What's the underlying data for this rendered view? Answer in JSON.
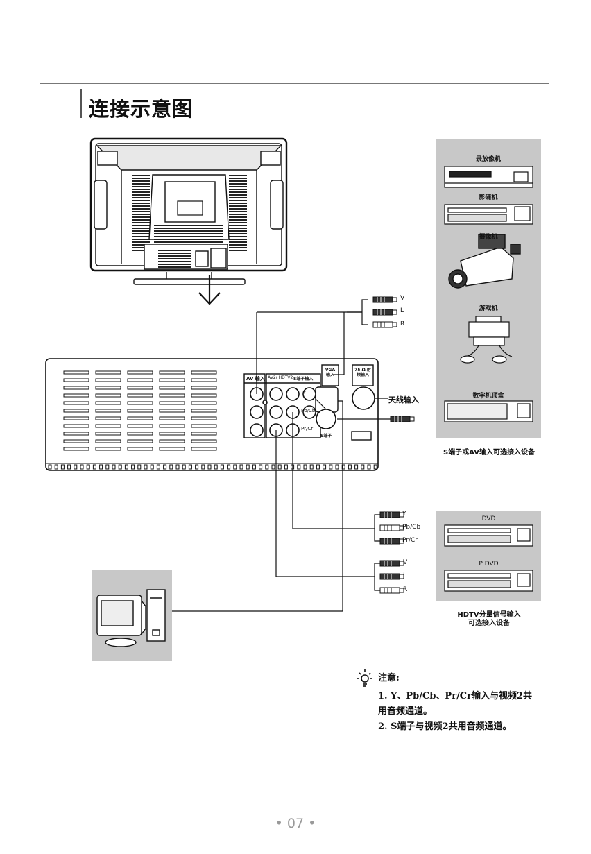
{
  "page": {
    "title": "连接示意图",
    "page_number": "• 07 •"
  },
  "tv_panel": {
    "av_in": "AV 输入",
    "av2_hdtv": "AV2/ HDTV2",
    "s_terminal_in": "S端子输入",
    "vga_in": "VGA 输入",
    "rf_in": "75 Ω 射频输入",
    "jack_y": "Y",
    "jack_pbcb": "Pb/Cb",
    "jack_prcr": "Pr/Cr",
    "s_terminal": "S端子",
    "antenna_in": "天线输入"
  },
  "cables": {
    "top": [
      "V",
      "L",
      "R"
    ],
    "component": [
      "Y",
      "Pb/Cb",
      "Pr/Cr"
    ],
    "audio": [
      "V",
      "L",
      "R"
    ]
  },
  "devices_right": {
    "items": [
      "录放像机",
      "影碟机",
      "摄像机",
      "游戏机",
      "数字机顶盒"
    ],
    "caption": "S端子或AV输入可选接入设备"
  },
  "devices_hdtv": {
    "items": [
      "DVD",
      "P DVD"
    ],
    "caption_line1": "HDTV分量信号输入",
    "caption_line2": "可选接入设备"
  },
  "note": {
    "heading": "注意:",
    "line1": "1. Y、Pb/Cb、Pr/Cr输入与视频2共",
    "line2": "用音频通道。",
    "line3": "2. S端子与视频2共用音频通道。"
  },
  "icons": [
    "lightbulb-icon",
    "down-arrow-icon"
  ]
}
